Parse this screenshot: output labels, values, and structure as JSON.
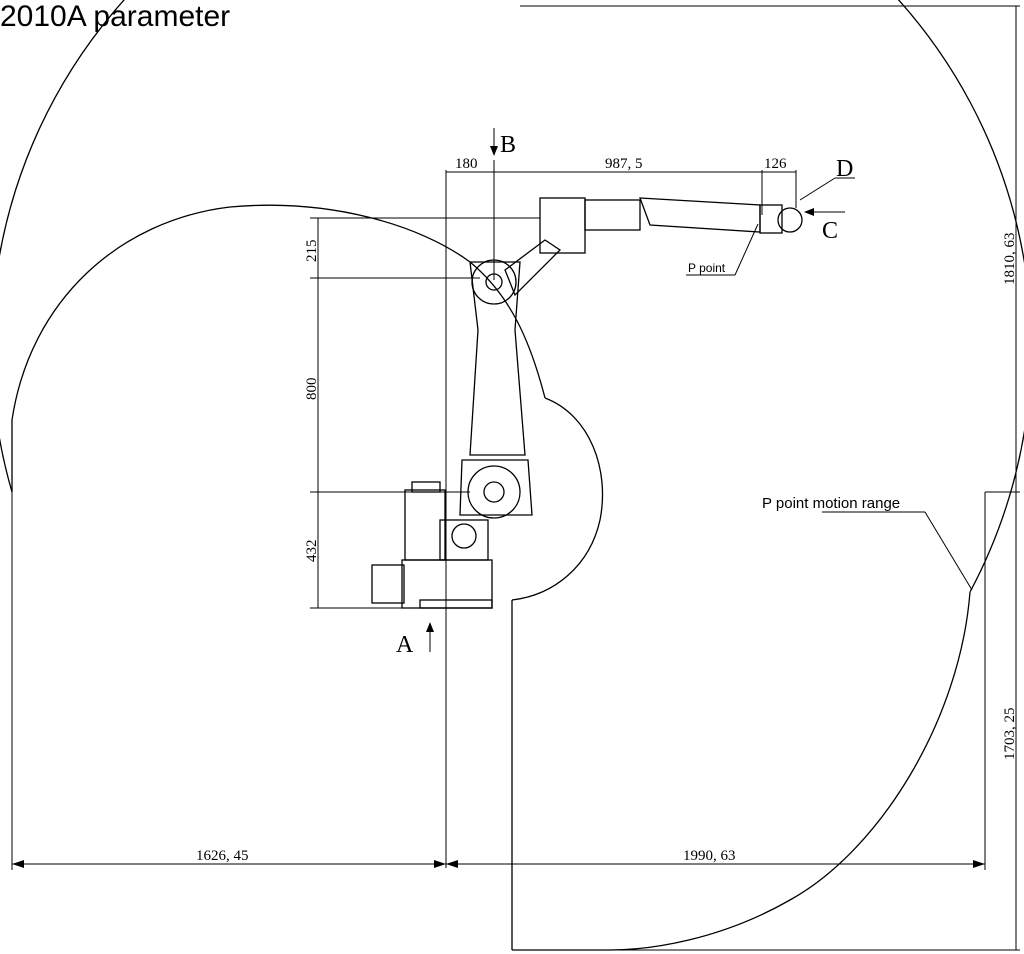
{
  "title": "2010A parameter",
  "dimensions": {
    "d180": "180",
    "d987": "987, 5",
    "d126": "126",
    "d215": "215",
    "d800": "800",
    "d432": "432",
    "d1810": "1810, 63",
    "d1703": "1703, 25",
    "d1626": "1626, 45",
    "d1990": "1990, 63"
  },
  "labels": {
    "A": "A",
    "B": "B",
    "C": "C",
    "D": "D",
    "p_point": "P point",
    "motion_range": "P point motion range"
  }
}
